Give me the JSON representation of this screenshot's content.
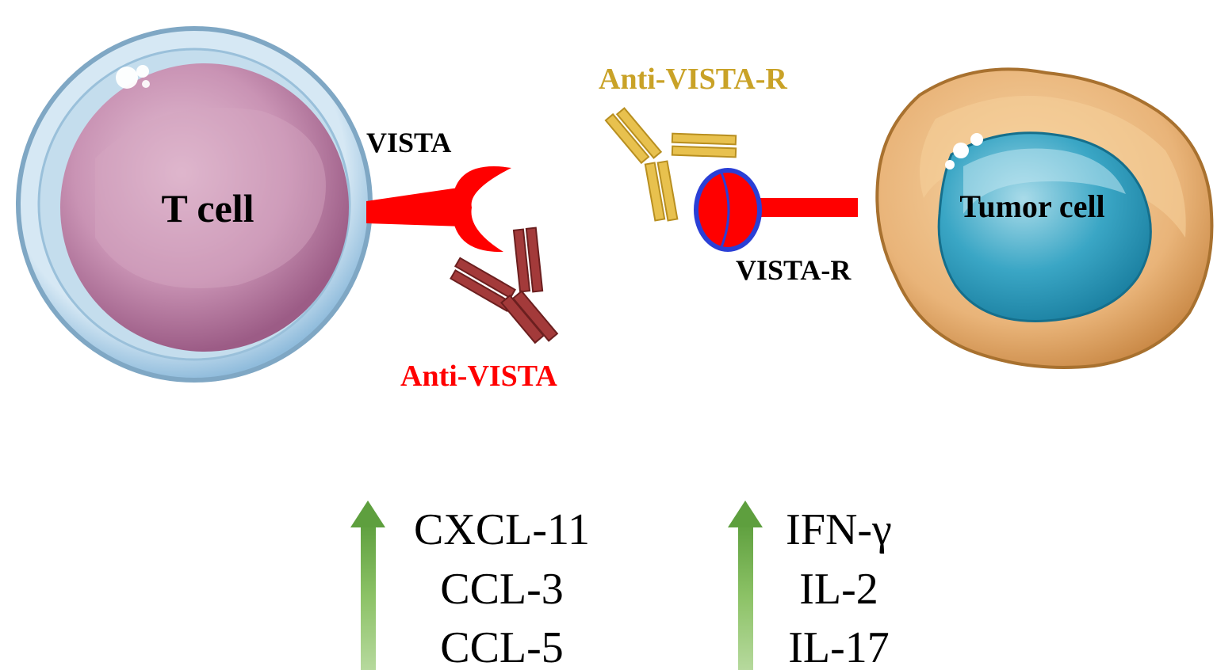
{
  "labels": {
    "t_cell": "T cell",
    "tumor_cell": "Tumor cell",
    "vista": "VISTA",
    "vista_r": "VISTA-R",
    "anti_vista": "Anti-VISTA",
    "anti_vista_r": "Anti-VISTA-R"
  },
  "cytokines": {
    "left": [
      "CXCL-11",
      "CCL-3",
      "CCL-5"
    ],
    "right": [
      "IFN-γ",
      "IL-2",
      "IL-17"
    ]
  },
  "colors": {
    "vista": "#ff0000",
    "anti_vista": "#a03a3a",
    "anti_vista_r": "#e0b640",
    "anti_vista_r_text": "#c9a227",
    "vista_r_outline": "#2040d0",
    "arrow": "#6fae4a",
    "t_cell_body": "#c98bb0",
    "t_cell_ring": "#a9cde6",
    "tumor_body": "#e8b07a",
    "tumor_nucleus": "#2f9fbf"
  }
}
